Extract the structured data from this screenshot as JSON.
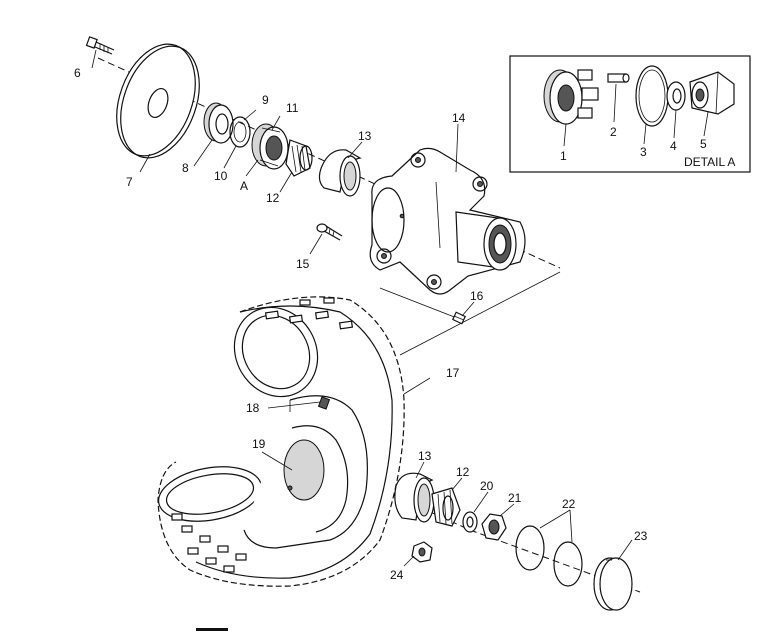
{
  "detail_box": {
    "title": "DETAIL A"
  },
  "callouts": {
    "c1": "1",
    "c2": "2",
    "c3": "3",
    "c4": "4",
    "c5": "5",
    "c6": "6",
    "c7": "7",
    "c8": "8",
    "c9": "9",
    "c10": "10",
    "c11": "11",
    "c12a": "12",
    "c13a": "13",
    "c14": "14",
    "c15": "15",
    "c16": "16",
    "c17": "17",
    "c18": "18",
    "c19": "19",
    "c13b": "13",
    "c12b": "12",
    "c20": "20",
    "c21": "21",
    "c22": "22",
    "c23": "23",
    "c24": "24",
    "cA": "A"
  }
}
